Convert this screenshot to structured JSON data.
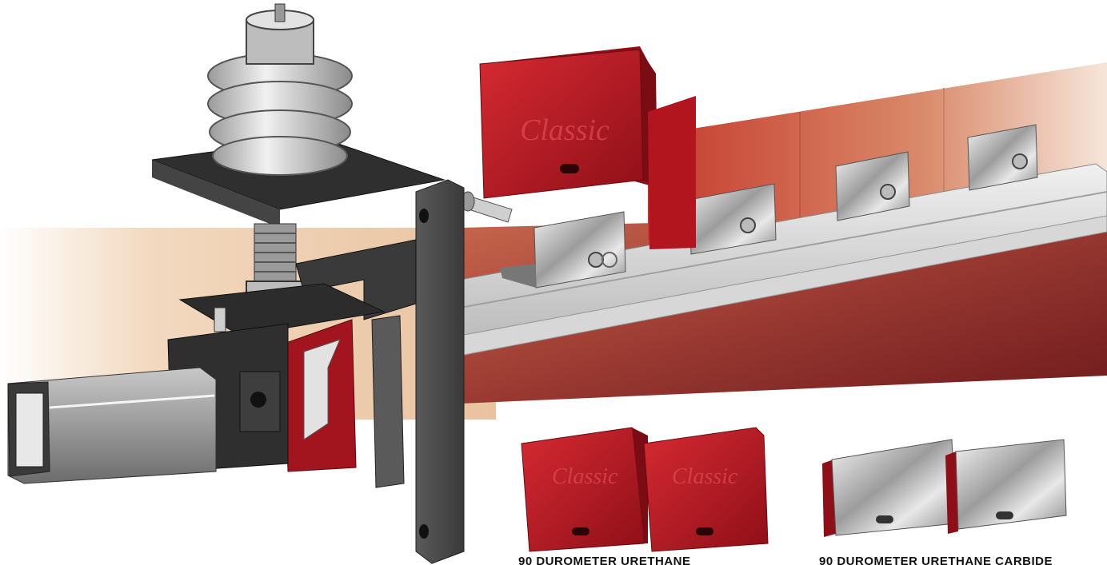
{
  "illustration": {
    "brand_text": "Classic",
    "captions": {
      "left": "90 DUROMETER URETHANE",
      "right": "90 DUROMETER URETHANE CARBIDE"
    }
  },
  "colors": {
    "blade_red": "#b3151f",
    "blade_red_dark": "#7a0d14",
    "steel_light": "#e6e6e6",
    "steel_mid": "#a9a9a9",
    "steel_dark": "#4a4a4a",
    "belt_maroon": "#7c1f22",
    "background_tan": "#f0d3b3"
  }
}
